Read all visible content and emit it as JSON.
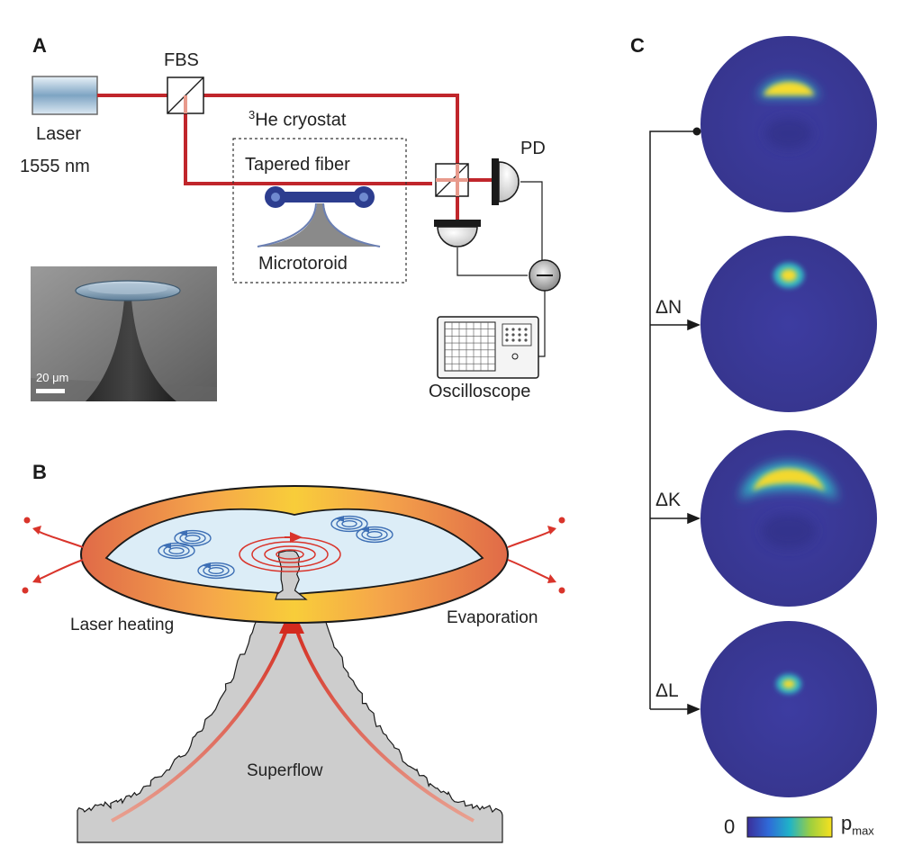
{
  "panels": {
    "a": "A",
    "b": "B",
    "c": "C"
  },
  "panel_a": {
    "laser": "Laser",
    "wavelength": "1555 nm",
    "fbs": "FBS",
    "cryostat_sup": "3",
    "cryostat": "He cryostat",
    "tapered_fiber": "Tapered fiber",
    "microtoroid": "Microtoroid",
    "pd": "PD",
    "oscilloscope": "Oscilloscope",
    "scale_bar": "20 μm"
  },
  "panel_b": {
    "laser_heating": "Laser heating",
    "evaporation": "Evaporation",
    "superflow": "Superflow"
  },
  "panel_c": {
    "steps": [
      "ΔN",
      "ΔK",
      "ΔL"
    ],
    "colorbar_min": "0",
    "colorbar_max_base": "p",
    "colorbar_max_sub": "max"
  },
  "colors": {
    "laser_red": "#c0262b",
    "fluid_blue": "#dcedf7",
    "vortex_blue": "#3d6fb5",
    "disk_navy": "#3b3a9c",
    "hot_yellow": "#f4dc2a",
    "hot_orange": "#e5734a"
  }
}
